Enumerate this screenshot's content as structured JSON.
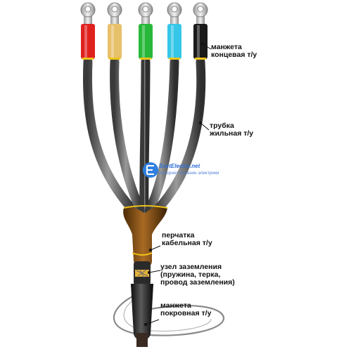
{
  "labels": {
    "end_cuff": [
      "манжета",
      "концевая т/у"
    ],
    "core_tube": [
      "трубка",
      "жильная т/у"
    ],
    "glove": [
      "перчатка",
      "кабельная т/у"
    ],
    "ground_unit": [
      "узел заземления",
      "(пружина,  терка,",
      "провод заземления)"
    ],
    "cover_cuff": [
      "манжета",
      "покровная т/у"
    ]
  },
  "watermark": {
    "title": "SvetElectro.net",
    "subtitle": "интернет-магазин электрики"
  },
  "cores": [
    {
      "color": "#e0221f"
    },
    {
      "color": "#e7c06a"
    },
    {
      "color": "#27b83a"
    },
    {
      "color": "#35c6e8"
    },
    {
      "color": "#1a1a1a"
    }
  ],
  "colors": {
    "tube": "#5e5e5e",
    "glove": "#7a4a12",
    "lug": "#c9c9c9",
    "accent_ring": "#f0c419"
  }
}
